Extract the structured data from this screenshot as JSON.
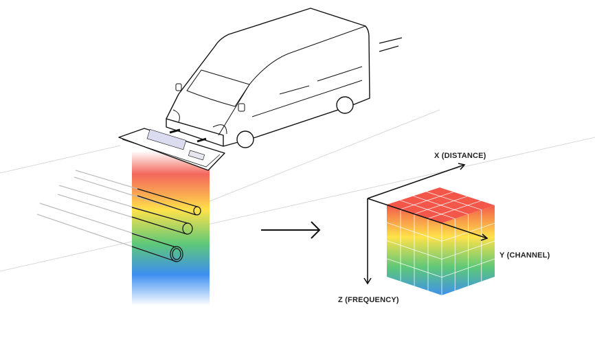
{
  "axes": {
    "x_label": "X (DISTANCE)",
    "y_label": "Y (CHANNEL)",
    "z_label": "Z (FREQUENCY)"
  },
  "colors": {
    "red": "#f2574a",
    "yellow": "#ffe24a",
    "green": "#5ec878",
    "blue": "#3d8ff0",
    "line": "#111111",
    "road": "#d8d8d8",
    "sensor_panel": "#dcdcf0"
  }
}
